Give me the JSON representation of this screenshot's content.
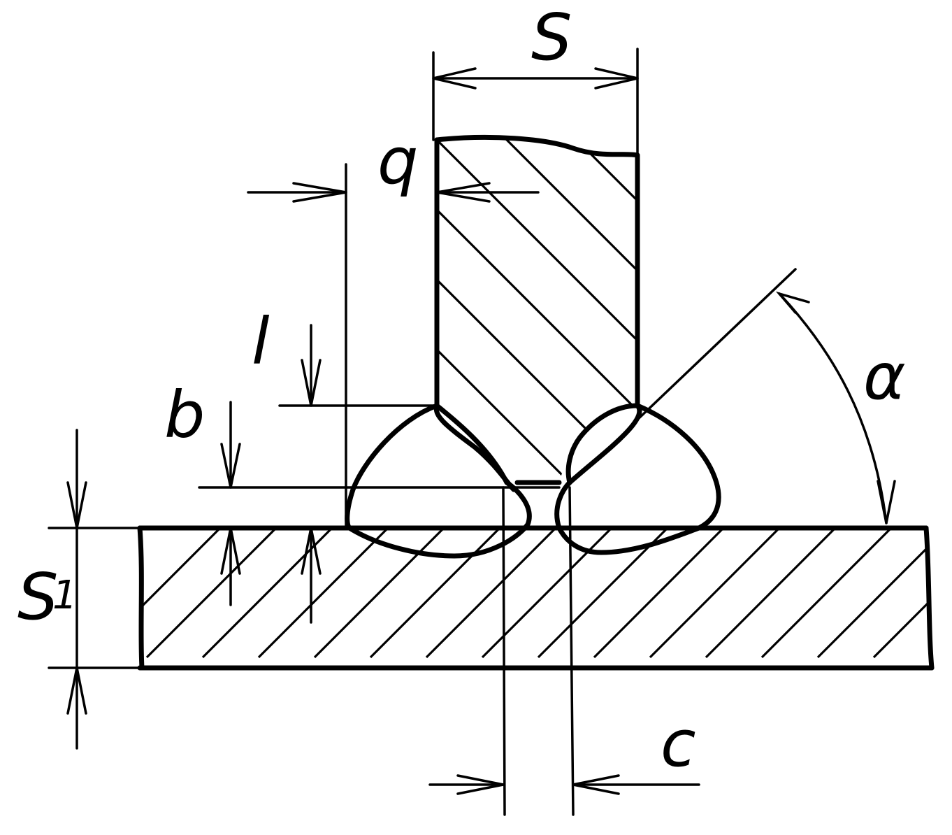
{
  "labels": {
    "S": "S",
    "q": "q",
    "l": "l",
    "b": "b",
    "alpha": "α",
    "S1_main": "S",
    "S1_sub": "1",
    "c": "c"
  }
}
